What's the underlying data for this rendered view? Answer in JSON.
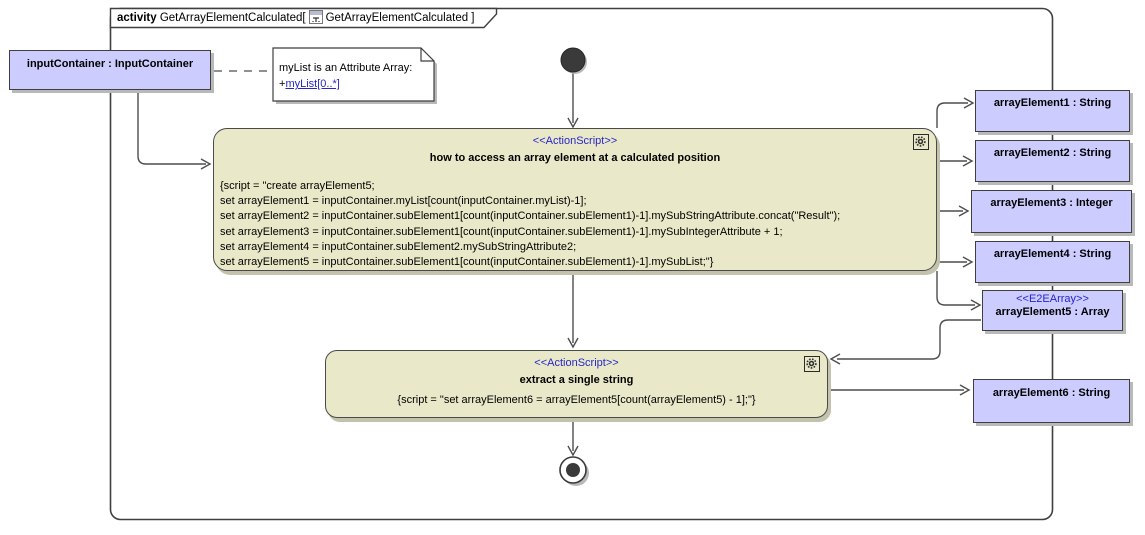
{
  "frame": {
    "keyword": "activity",
    "name_left": "GetArrayElementCalculated[",
    "name_right": "GetArrayElementCalculated ]"
  },
  "input_container": {
    "label": "inputContainer : InputContainer"
  },
  "note": {
    "line1": "myList is an Attribute Array:",
    "link_prefix": "+",
    "link": "myList[0..*]"
  },
  "action1": {
    "stereotype": "<<ActionScript>>",
    "name": "how to access an array element at a calculated position",
    "script": [
      "{script = \"create arrayElement5;",
      "set arrayElement1 = inputContainer.myList[count(inputContainer.myList)-1];",
      "set arrayElement2 = inputContainer.subElement1[count(inputContainer.subElement1)-1].mySubStringAttribute.concat(\"Result\");",
      "set arrayElement3 = inputContainer.subElement1[count(inputContainer.subElement1)-1].mySubIntegerAttribute + 1;",
      "set arrayElement4 = inputContainer.subElement2.mySubStringAttribute2;",
      "set arrayElement5 = inputContainer.subElement1[count(inputContainer.subElement1)-1].mySubList;\"}"
    ]
  },
  "action2": {
    "stereotype": "<<ActionScript>>",
    "name": "extract a single string",
    "script": "{script = \"set arrayElement6 = arrayElement5[count(arrayElement5) - 1];\"}"
  },
  "outputs": [
    {
      "label": "arrayElement1 : String"
    },
    {
      "label": "arrayElement2 : String"
    },
    {
      "label": "arrayElement3 : Integer"
    },
    {
      "label": "arrayElement4 : String"
    },
    {
      "stereotype": "<<E2EArray>>",
      "label": "arrayElement5 : Array"
    },
    {
      "label": "arrayElement6 : String"
    }
  ],
  "colors": {
    "object_fill": "#ccccff",
    "action_fill": "#e9e9c9",
    "stereotype_blue": "#2626c9",
    "line": "#4d4d4d",
    "border": "#3f3f3f",
    "shadow": "#b9b9b9"
  },
  "icons": {
    "title_icon": "activity-diagram-icon",
    "action_badge": "behavior-gear-icon"
  }
}
